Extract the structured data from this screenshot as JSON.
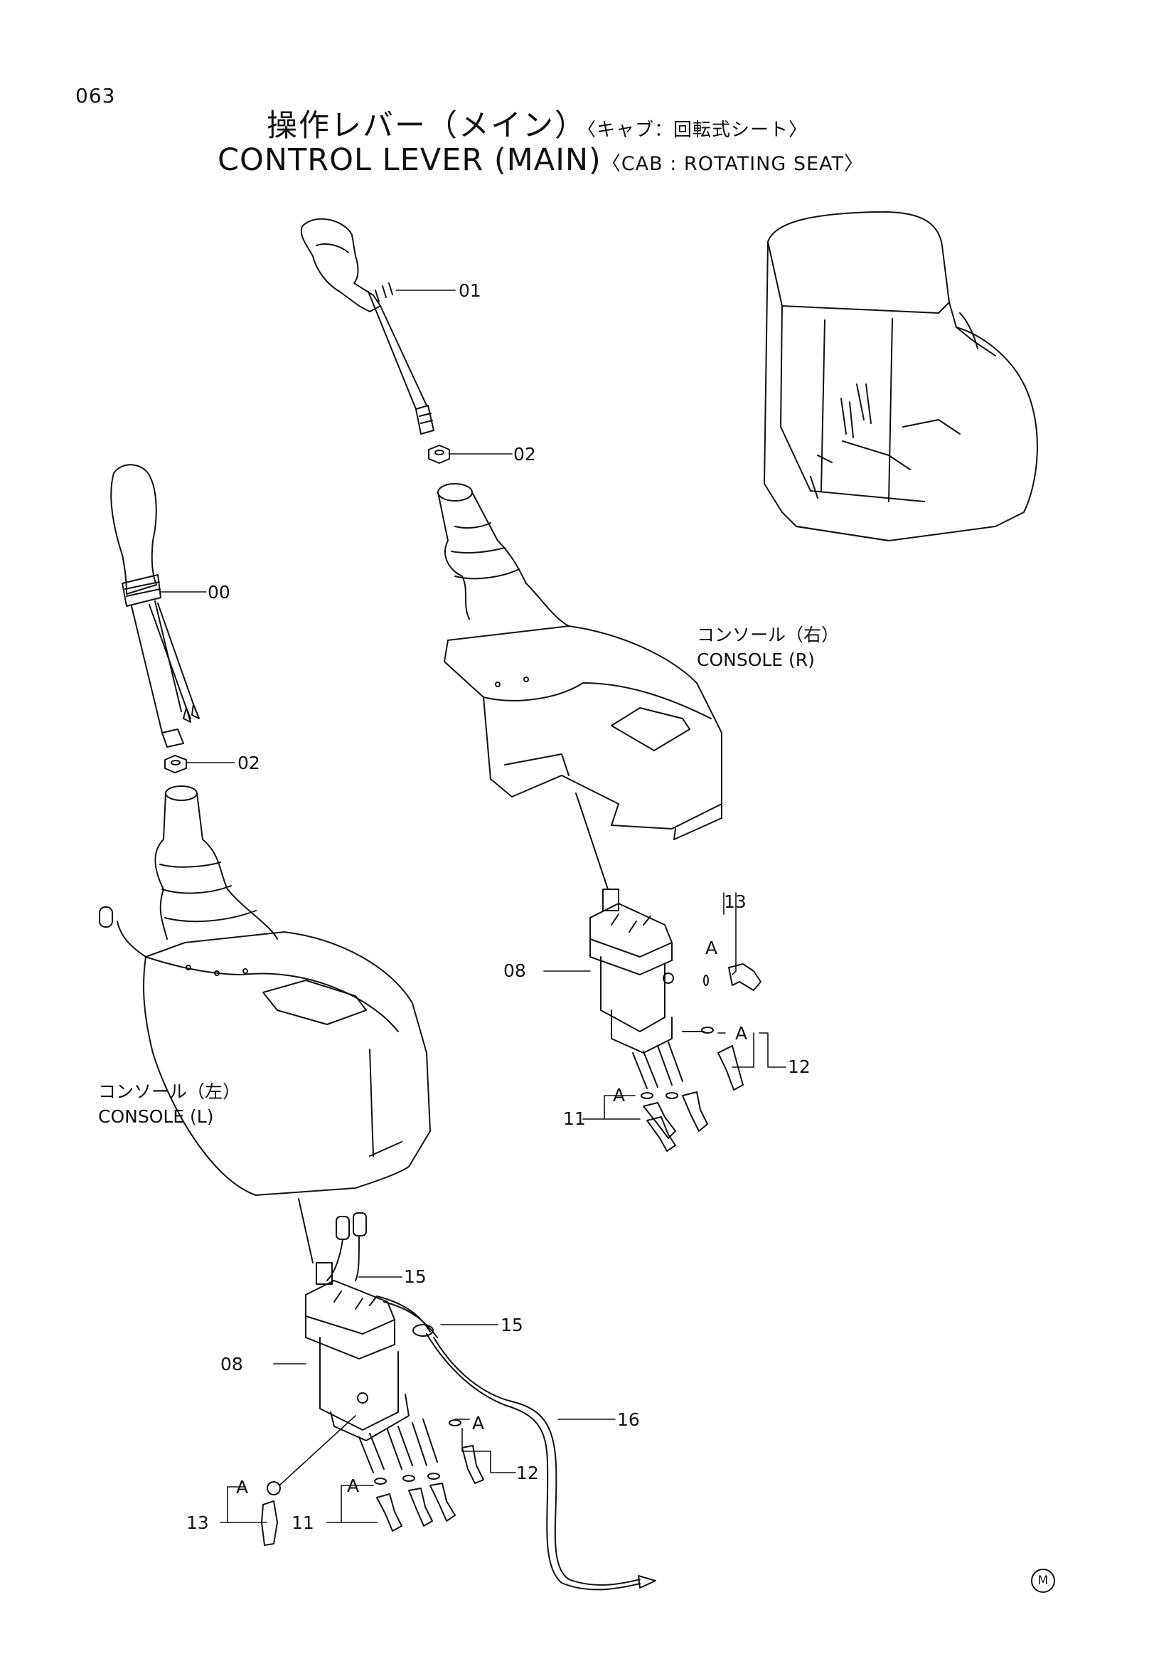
{
  "page": {
    "number": "063",
    "title_jp": "操作レバー（メイン）",
    "title_jp_sub": "〈キャブ：回転式シート〉",
    "title_en": "CONTROL LEVER (MAIN)",
    "title_en_sub": "〈CAB : ROTATING SEAT〉"
  },
  "consoles": {
    "right_jp": "コンソール（右）",
    "right_en": "CONSOLE (R)",
    "left_jp": "コンソール（左）",
    "left_en": "CONSOLE (L)"
  },
  "callouts": {
    "p01": "01",
    "p02_upper": "02",
    "p00": "00",
    "p02_lower": "02",
    "p13_right": "13",
    "p08_right": "08",
    "p12_right": "12",
    "p11_right": "11",
    "p15_upper": "15",
    "p15_lower": "15",
    "p08_left": "08",
    "p16": "16",
    "p12_left": "12",
    "p13_left": "13",
    "p11_left": "11"
  },
  "group_labels": {
    "a1": "A",
    "a2": "A",
    "a3": "A",
    "a4": "A",
    "a5": "A",
    "a6": "A"
  },
  "footer_mark": "M"
}
